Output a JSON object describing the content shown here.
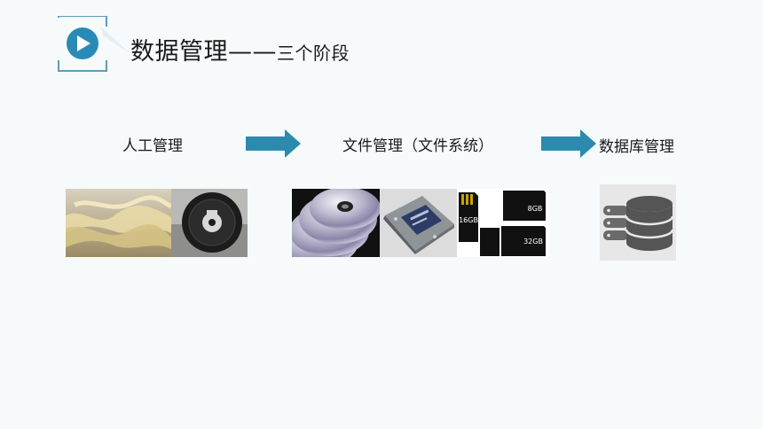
{
  "header": {
    "title": "数据管理",
    "dash": "——",
    "subtitle": "三个阶段",
    "accent_color": "#2a8ab6",
    "frame_color": "#5f9bb8"
  },
  "stages": [
    {
      "label": "人工管理"
    },
    {
      "label": "文件管理（文件系统）"
    },
    {
      "label": "数据库管理"
    }
  ],
  "arrow_color": "#2b8aad",
  "media": {
    "sd_card_labels": [
      "16GB",
      "8GB",
      "32GB"
    ]
  },
  "icons": [
    "play-icon",
    "paper-tape-image",
    "tape-reel-image",
    "cd-discs-image",
    "hard-drive-image",
    "sd-cards-image",
    "database-icon",
    "arrow-right-icon"
  ]
}
